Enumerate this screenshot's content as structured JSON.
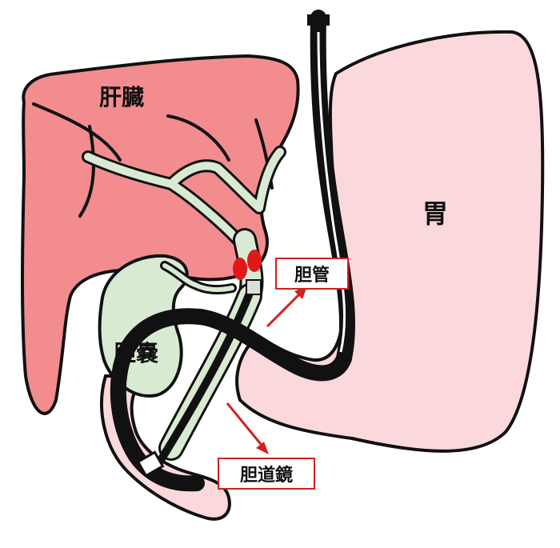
{
  "labels": {
    "liver": "肝臓",
    "stomach": "胃",
    "gallbladder": "胆嚢",
    "bile_duct": "胆管",
    "cholangioscope": "胆道鏡"
  },
  "colors": {
    "liver": "#f28c8f",
    "stomach": "#fbd8dc",
    "duodenum": "#fbd8dc",
    "gallbladder": "#d9ead3",
    "bile_duct": "#d9ead3",
    "scope": "#111111",
    "callout": "#d42020",
    "highlight": "#e01818"
  }
}
